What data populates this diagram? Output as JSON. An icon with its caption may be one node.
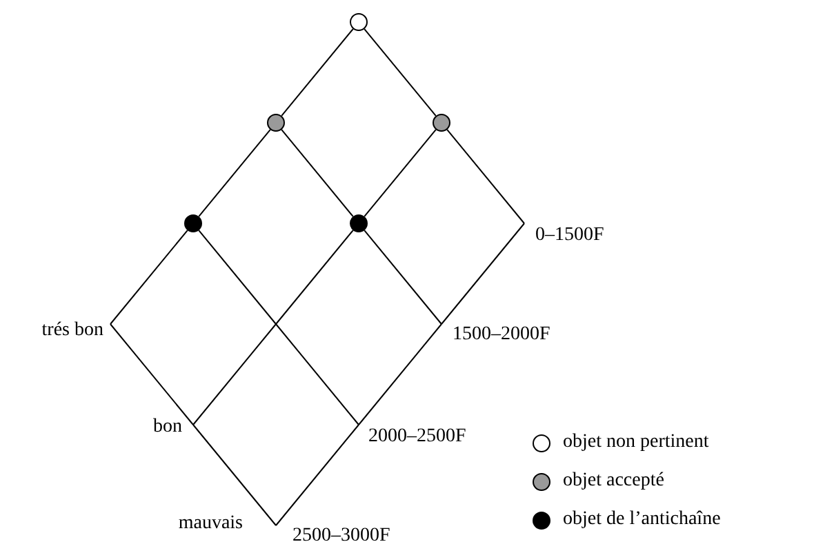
{
  "diagram": {
    "nodes": [
      {
        "text": [],
        "shape": "circle"
      },
      {
        "text": [],
        "shape": "circle"
      },
      {
        "text": [],
        "shape": "circle"
      },
      {
        "text": [],
        "shape": "circle"
      },
      {
        "text": [],
        "shape": "circle"
      }
    ],
    "edges": [
      {
        "from": 0,
        "to": 1,
        "arrow": "none"
      },
      {
        "from": 0,
        "to": 2,
        "arrow": "none"
      },
      {
        "from": 1,
        "to": 3,
        "arrow": "none"
      },
      {
        "from": 1,
        "to": 4,
        "arrow": "none"
      },
      {
        "from": 2,
        "to": 4,
        "arrow": "none"
      }
    ],
    "labels": [
      "0–1500F",
      "1500–2000F",
      "trés bon",
      "bon",
      "2000–2500F",
      "mauvais",
      "2500–3000F"
    ],
    "legend": [
      {
        "text": "objet non pertinent",
        "color": "#ffffff"
      },
      {
        "text": "objet accepté",
        "color": "#9a9a9a"
      },
      {
        "text": "objet de l’antichaîne",
        "color": "#000000"
      }
    ]
  }
}
